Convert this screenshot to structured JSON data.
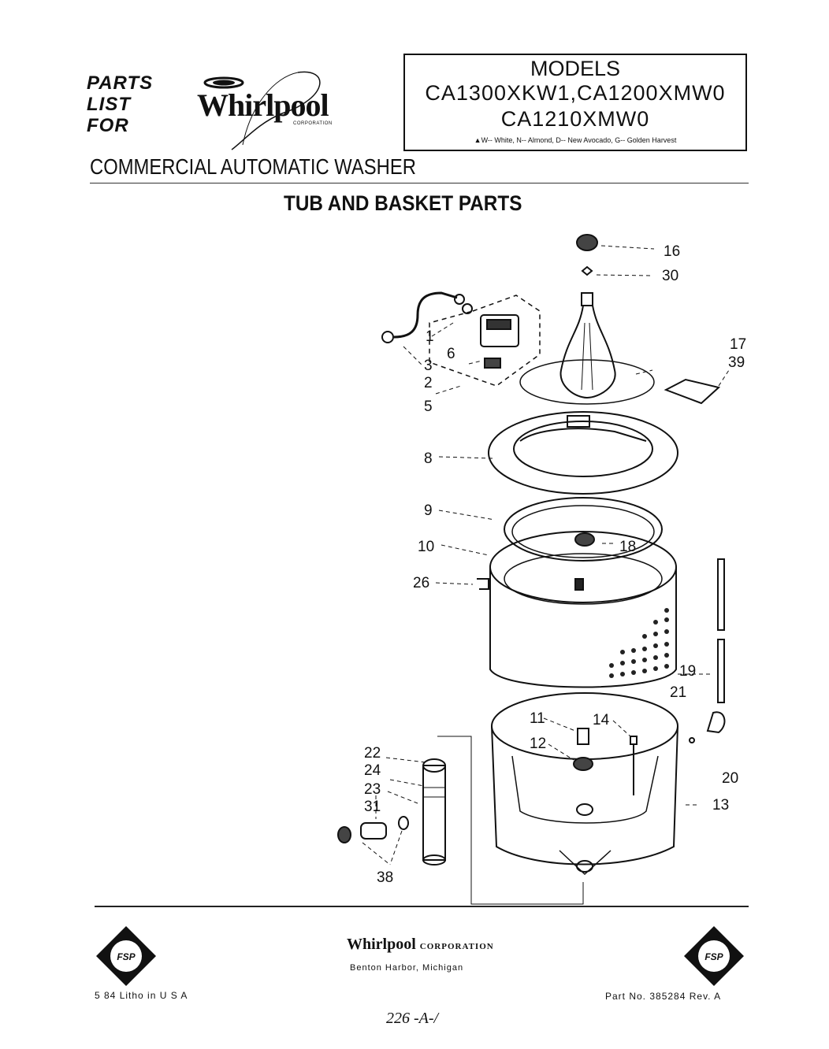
{
  "header": {
    "parts_list_lines": [
      "PARTS",
      "LIST",
      "FOR"
    ],
    "logo_text": "Whirlpool",
    "logo_corp": "CORPORATION"
  },
  "models": {
    "title": "MODELS",
    "line1": "CA1300XKW1,CA1200XMW0",
    "line2": "CA1210XMW0",
    "legend": "▲W-- White, N-- Almond, D-- New Avocado, G-- Golden Harvest"
  },
  "subtitle": "COMMERCIAL  AUTOMATIC WASHER",
  "section_title": "TUB AND BASKET PARTS",
  "callouts": {
    "c16": "16",
    "c30": "30",
    "c17": "17",
    "c39": "39",
    "c1": "1",
    "c6": "6",
    "c3": "3",
    "c2": "2",
    "c5": "5",
    "c8": "8",
    "c9": "9",
    "c10": "10",
    "c18": "18",
    "c26": "26",
    "c19": "19",
    "c21": "21",
    "c11": "11",
    "c14": "14",
    "c12": "12",
    "c20": "20",
    "c13": "13",
    "c22": "22",
    "c24": "24",
    "c23": "23",
    "c31": "31",
    "c38": "38"
  },
  "footer": {
    "fsp_label": "FSP",
    "corp_name": "Whirlpool",
    "corp_suffix": "CORPORATION",
    "city": "Benton Harbor, Michigan",
    "print_info": "5 84   Litho in U S A",
    "part_no": "Part No. 385284 Rev. A",
    "handwritten": "226 -A-/"
  }
}
